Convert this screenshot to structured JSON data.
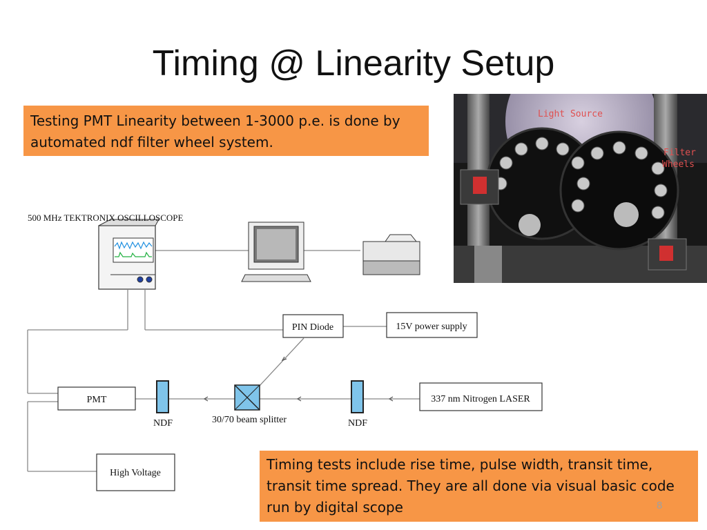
{
  "title": "Timing @ Linearity Setup",
  "callout_top": "Testing PMT Linearity between 1-3000 p.e. is done by automated ndf filter wheel system.",
  "callout_bottom": "Timing tests include rise time, pulse width, transit time, transit time spread. They are all done via visual basic code run by digital scope",
  "page_number": "8",
  "photo": {
    "label_light_source": "Light Source",
    "label_filter": "Filter",
    "label_wheels": "Wheels"
  },
  "diagram": {
    "oscilloscope_label": "500 MHz TEKTRONIX OSCILLOSCOPE",
    "pin_diode": "PIN Diode",
    "power_supply": "15V power supply",
    "pmt": "PMT",
    "ndf_left": "NDF",
    "beam_splitter": "30/70 beam splitter",
    "ndf_right": "NDF",
    "laser": "337 nm Nitrogen LASER",
    "high_voltage": "High Voltage"
  },
  "colors": {
    "callout": "#f79646",
    "filter_blue": "#7fc4ea",
    "scope_trace": "#20b040",
    "scope_trace2": "#2090e0"
  }
}
